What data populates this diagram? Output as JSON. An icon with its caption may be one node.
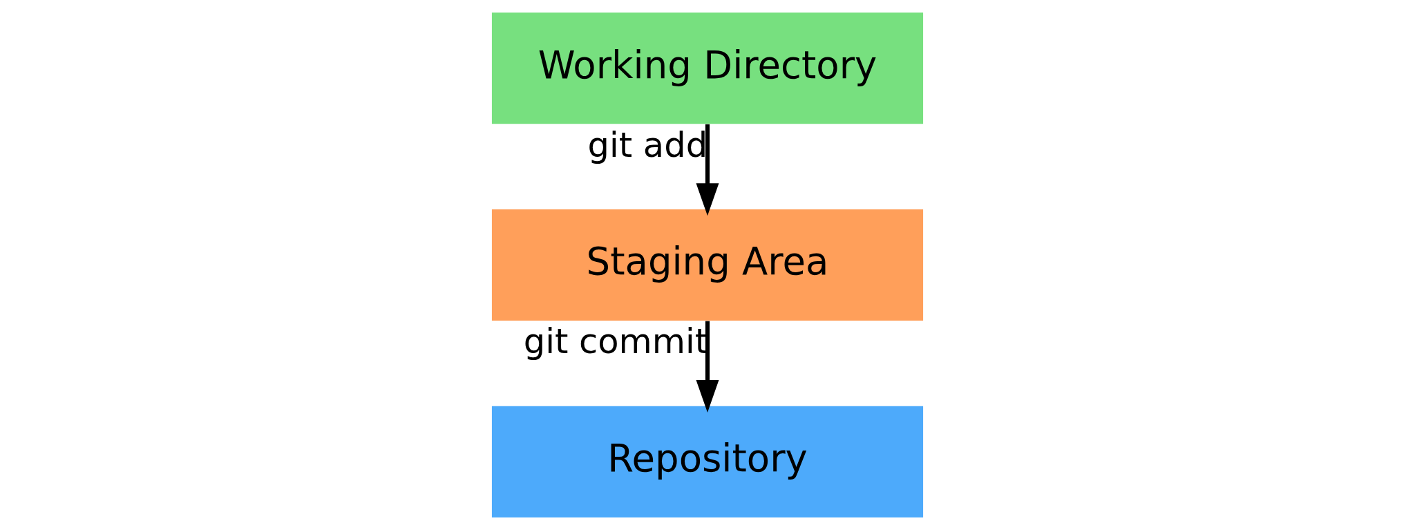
{
  "diagram": {
    "nodes": [
      {
        "text": [
          "Working Directory"
        ]
      },
      {
        "text": [
          "Staging Area"
        ]
      },
      {
        "text": [
          "Repository"
        ]
      }
    ],
    "edges": [
      {
        "from": 0,
        "to": 1,
        "arrow": "to",
        "label": "git add"
      },
      {
        "from": 1,
        "to": 2,
        "arrow": "to",
        "label": "git commit"
      }
    ]
  }
}
